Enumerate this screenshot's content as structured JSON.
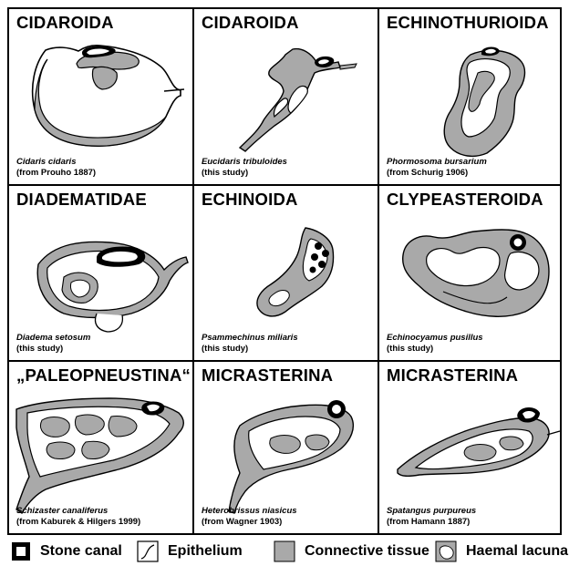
{
  "colors": {
    "tissue": "#a9a9a9",
    "line": "#000000",
    "lacuna": "#ffffff"
  },
  "panels": [
    {
      "title": "CIDAROIDA",
      "species": "Cidaris cidaris",
      "source": "(from Prouho 1887)"
    },
    {
      "title": "CIDAROIDA",
      "species": "Eucidaris tribuloides",
      "source": "(this study)"
    },
    {
      "title": "ECHINOTHURIOIDA",
      "species": "Phormosoma bursarium",
      "source": "(from Schurig 1906)"
    },
    {
      "title": "DIADEMATIDAE",
      "species": "Diadema setosum",
      "source": "(this study)"
    },
    {
      "title": "ECHINOIDA",
      "species": "Psammechinus miliaris",
      "source": "(this study)"
    },
    {
      "title": "CLYPEASTEROIDA",
      "species": "Echinocyamus pusillus",
      "source": "(this study)"
    },
    {
      "title": "„PALEOPNEUSTINA“",
      "species": "Schizaster canaliferus",
      "source": "(from Kaburek & Hilgers 1999)"
    },
    {
      "title": "MICRASTERINA",
      "species": "Heterobrissus niasicus",
      "source": "(from Wagner 1903)"
    },
    {
      "title": "MICRASTERINA",
      "species": "Spatangus purpureus",
      "source": "(from Hamann 1887)"
    }
  ],
  "legend": [
    {
      "icon": "stone-canal-icon",
      "label": "Stone canal"
    },
    {
      "icon": "epithelium-icon",
      "label": "Epithelium"
    },
    {
      "icon": "connective-tissue-icon",
      "label": "Connective tissue"
    },
    {
      "icon": "haemal-lacuna-icon",
      "label": "Haemal lacuna"
    }
  ]
}
